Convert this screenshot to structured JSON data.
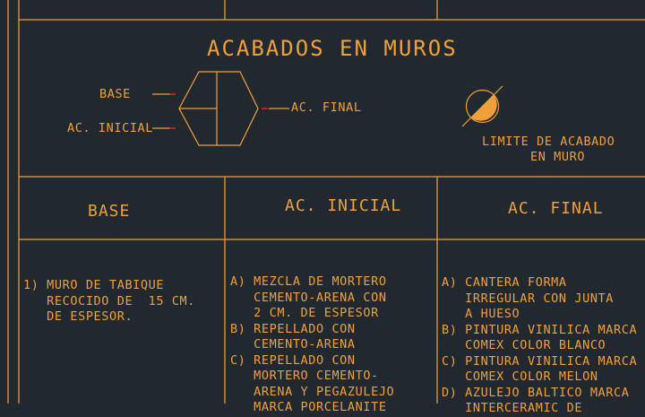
{
  "title": "ACABADOS EN MUROS",
  "legend": {
    "base": "BASE",
    "ac_inicial": "AC. INICIAL",
    "ac_final": "AC. FINAL",
    "limite_line1": "LIMITE DE ACABADO",
    "limite_line2": "EN MURO"
  },
  "table": {
    "headers": [
      "BASE",
      "AC. INICIAL",
      "AC. FINAL"
    ],
    "base_text": "1) MURO DE TABIQUE\n   RECOCIDO DE  15 CM.\n   DE ESPESOR.",
    "ac_inicial_text": "A) MEZCLA DE MORTERO\n   CEMENTO-ARENA CON\n   2 CM. DE ESPESOR\nB) REPELLADO CON\n   CEMENTO-ARENA\nC) REPELLADO CON\n   MORTERO CEMENTO-\n   ARENA Y PEGAZULEJO\n   MARCA PORCELANITE",
    "ac_final_text": "A) CANTERA FORMA\n   IRREGULAR CON JUNTA\n   A HUESO\nB) PINTURA VINILICA MARCA\n   COMEX COLOR BLANCO\nC) PINTURA VINILICA MARCA\n   COMEX COLOR MELON\nD) AZULEJO BALTICO MARCA\n   INTERCERAMIC DE"
  },
  "colors": {
    "background": "#212830",
    "line": "#f0a038",
    "leader_tick": "#e02020"
  }
}
